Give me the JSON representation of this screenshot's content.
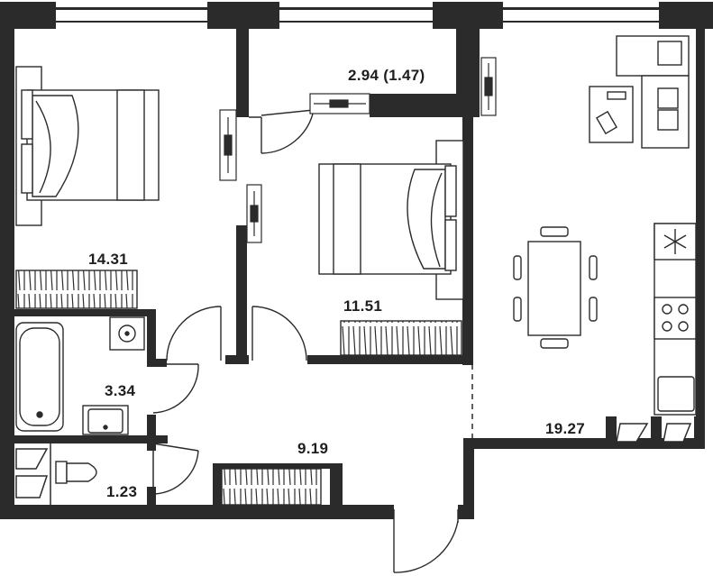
{
  "plan": {
    "rooms": [
      {
        "key": "bedroom_left",
        "area": "14.31"
      },
      {
        "key": "bedroom_middle",
        "area": "11.51"
      },
      {
        "key": "balcony",
        "area": "2.94 (1.47)"
      },
      {
        "key": "living_kitchen",
        "area": "19.27"
      },
      {
        "key": "bathroom",
        "area": "3.34"
      },
      {
        "key": "hallway",
        "area": "9.19"
      },
      {
        "key": "toilet",
        "area": "1.23"
      }
    ],
    "colors": {
      "wall": "#2b2b2b",
      "line": "#2b2b2b",
      "background": "#ffffff"
    },
    "icons": [
      "snowflake-icon"
    ]
  }
}
